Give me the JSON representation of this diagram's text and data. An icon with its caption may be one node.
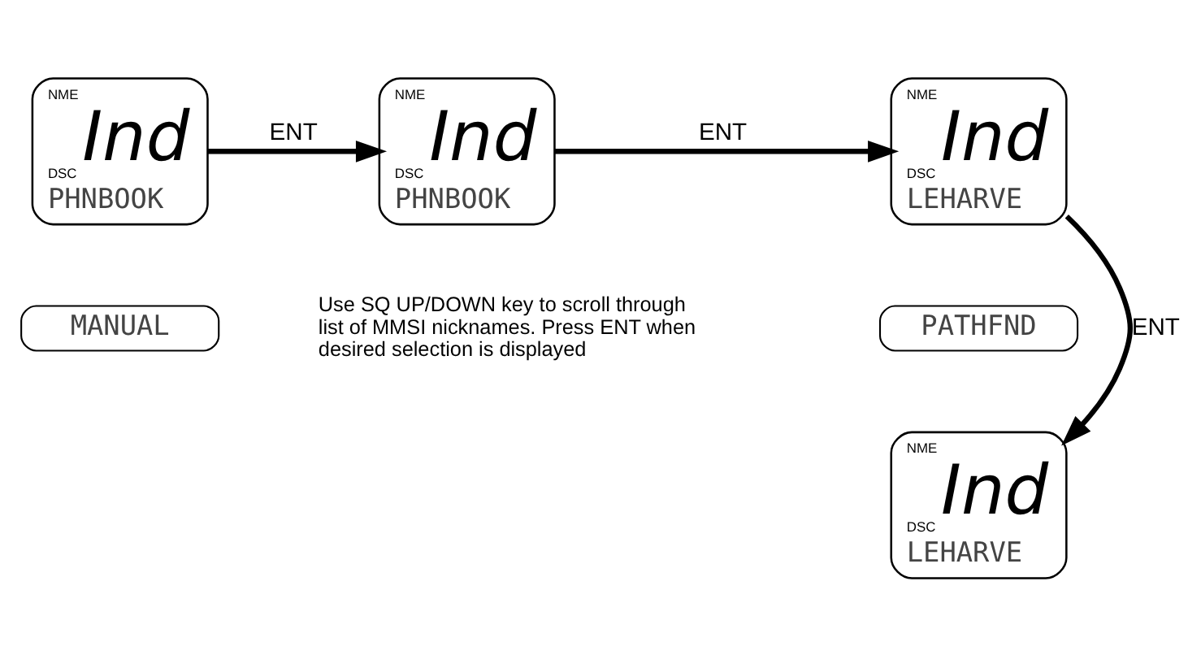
{
  "diagram": {
    "nodes": [
      {
        "text": [
          "NME",
          "DSC",
          "Ind",
          "PHNBOOK"
        ]
      },
      {
        "text": [
          "MANUAL"
        ]
      },
      {
        "text": [
          "NME",
          "DSC",
          "Ind",
          "PHNBOOK"
        ]
      },
      {
        "text": [
          "NME",
          "DSC",
          "Ind",
          "LEHARVE"
        ]
      },
      {
        "text": [
          "PATHFND"
        ]
      },
      {
        "text": [
          "NME",
          "DSC",
          "Ind",
          "LEHARVE"
        ]
      }
    ],
    "edges": [
      {
        "from": 0,
        "to": 2,
        "arrow": "to",
        "label": "ENT"
      },
      {
        "from": 2,
        "to": 3,
        "arrow": "to",
        "label": "ENT"
      },
      {
        "from": 3,
        "to": 5,
        "arrow": "to",
        "label": "ENT"
      }
    ],
    "labels": [
      "Use SQ UP/DOWN key to scroll through list of MMSI nicknames. Press ENT when desired selection is displayed"
    ]
  }
}
